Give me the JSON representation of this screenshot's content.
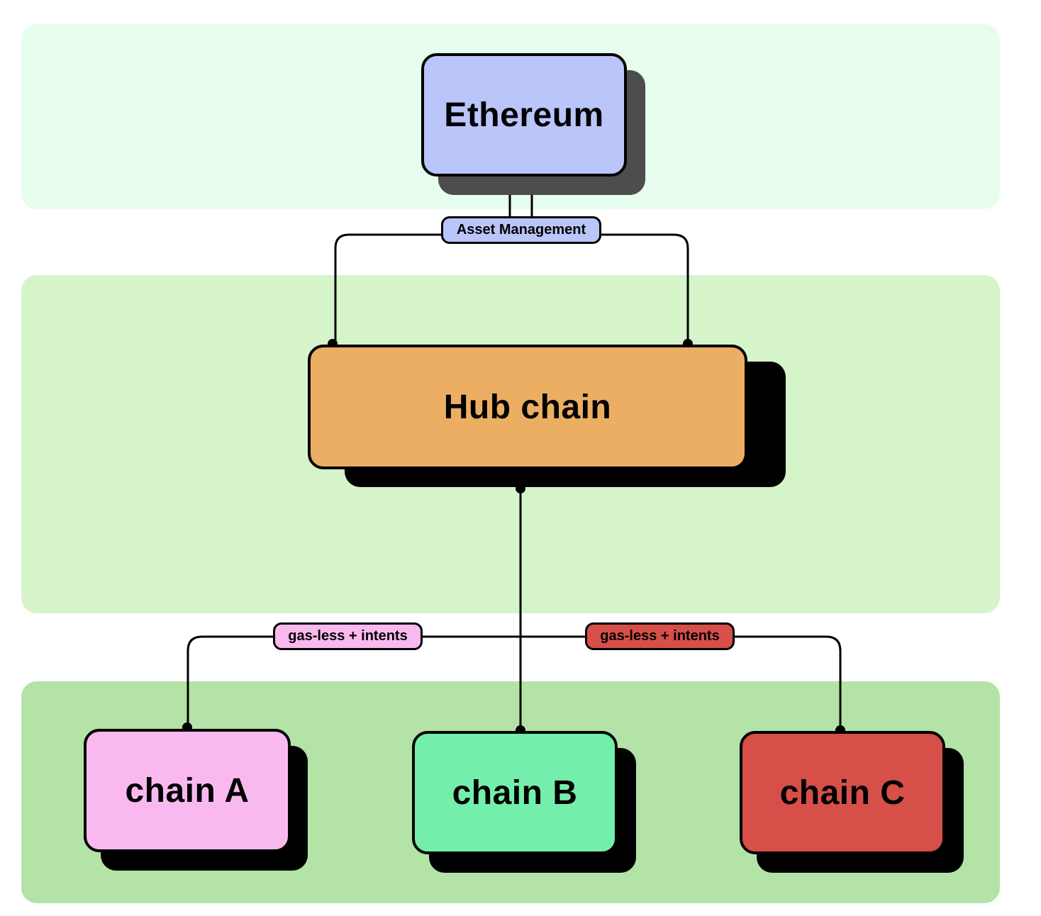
{
  "colors": {
    "band_top": "#e7fded",
    "band_mid": "#d6f4c9",
    "band_bot": "#b3e3a6",
    "ethereum": "#bac6f9",
    "hub": "#ecae62",
    "chain_a": "#f9b9ee",
    "chain_b": "#74efab",
    "chain_c": "#d64f49",
    "shadow_dark": "#4d4d4d",
    "shadow_black": "#000000"
  },
  "nodes": {
    "ethereum": "Ethereum",
    "hub": "Hub chain",
    "chain_a": "chain A",
    "chain_b": "chain B",
    "chain_c": "chain C"
  },
  "labels": {
    "asset_management": "Asset Management",
    "gasless_left": "gas-less + intents",
    "gasless_right": "gas-less + intents"
  }
}
